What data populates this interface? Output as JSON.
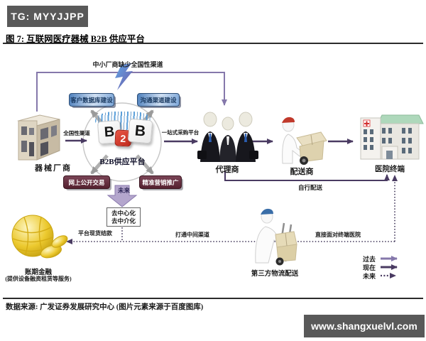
{
  "header": {
    "watermark": "TG: MYYJJPP",
    "figure_title": "图 7: 互联网医疗器械 B2B 供应平台"
  },
  "diagram": {
    "nodes": {
      "manufacturer": "器械厂商",
      "agent": "代理商",
      "distributor": "配送商",
      "hospital": "医院终端",
      "finance": "账期金融",
      "finance_note": "(提供设备融资租赁等服务)",
      "logistics": "第三方物流配送",
      "platform": "B2B供应平台",
      "dice": [
        "B",
        "2",
        "B"
      ]
    },
    "feature_boxes": {
      "customer_db": "客户数据库建设",
      "comm_channel": "沟通渠道建设",
      "online_trade": "网上公开交易",
      "marketing": "精准营销推广"
    },
    "flow_labels": {
      "past_problem": "中小厂商缺少全国性渠道",
      "national_channel": "全国性渠道",
      "one_stop": "一站式采购平台",
      "self_delivery": "自行配送",
      "future": "未来",
      "decentralize": "去中心化",
      "disintermediate": "去中介化",
      "settlement": "平台现货结款",
      "open_channel": "打通中间渠道",
      "direct_hospital": "直接面对终端医院"
    },
    "legend": [
      {
        "label": "过去",
        "style": "light-solid-arrow"
      },
      {
        "label": "现在",
        "style": "dark-solid-arrow"
      },
      {
        "label": "未来",
        "style": "dotted-arrow"
      }
    ]
  },
  "footer": {
    "source": "数据来源: 广发证券发展研究中心 (图片元素来源于百度图库)",
    "watermark": "www.shangxuelvl.com"
  },
  "colors": {
    "arrow_present": "#4a3b62",
    "arrow_past": "#8578ab",
    "feature_blue_text": "#17375e",
    "feature_maroon_bg": "#55202f",
    "watermark_bg": "#595959",
    "dice_red": "#c02a1c"
  }
}
